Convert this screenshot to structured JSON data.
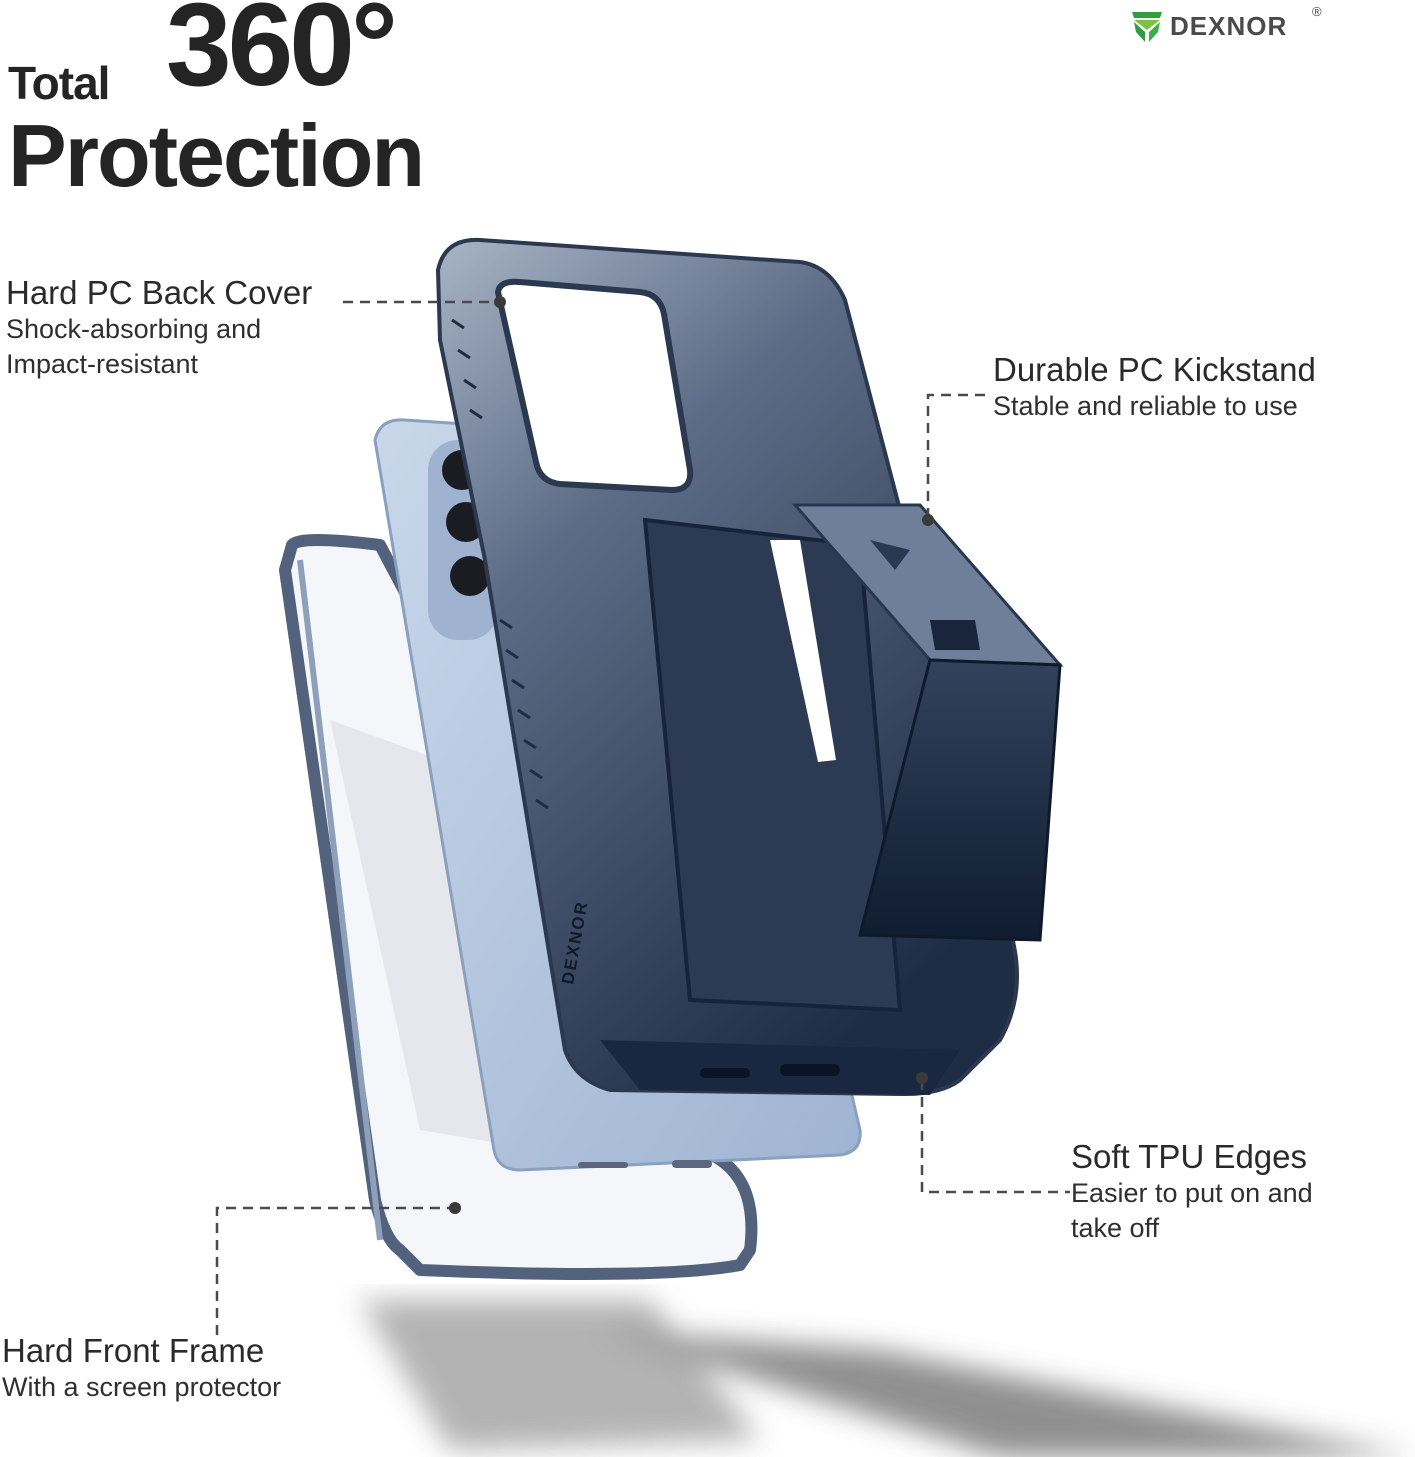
{
  "headline": {
    "prefix": "Total",
    "number": "360°",
    "line2": "Protection"
  },
  "brand": {
    "name": "DEXNOR",
    "registered": "®",
    "logo_colors": [
      "#2e9e3f",
      "#7cc243"
    ],
    "case_imprint": "DEXNOR"
  },
  "callouts": [
    {
      "id": "back-cover",
      "title": "Hard PC Back Cover",
      "desc_lines": [
        "Shock-absorbing and",
        "Impact-resistant"
      ]
    },
    {
      "id": "kickstand",
      "title": "Durable PC Kickstand",
      "desc_lines": [
        "Stable and reliable to use"
      ]
    },
    {
      "id": "tpu-edges",
      "title": "Soft TPU Edges",
      "desc_lines": [
        "Easier to put on and",
        "take off"
      ]
    },
    {
      "id": "front-frame",
      "title": "Hard Front Frame",
      "desc_lines": [
        "With a screen protector"
      ]
    }
  ],
  "colors": {
    "text": "#2a2a2a",
    "leader_line": "#4a4a4a",
    "case_dark": "#1f2d44",
    "case_mid": "#3b4a63",
    "case_light": "#8e9cb2",
    "phone_body": "#a9bedb",
    "frame": "#6d7d95"
  }
}
